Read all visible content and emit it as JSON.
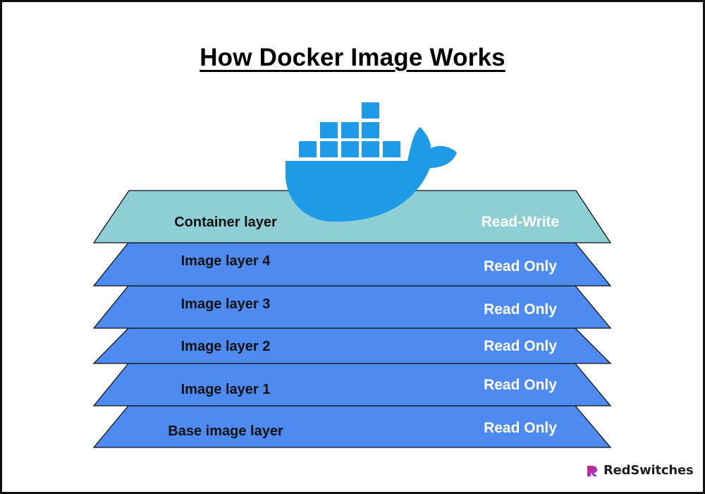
{
  "title": "How Docker Image Works",
  "colors": {
    "container_layer": "#8ecfd6",
    "image_layer": "#4d8bf0",
    "whale": "#1d9be6",
    "label_dark": "#111111",
    "label_light": "#ffffff",
    "outline": "#111111"
  },
  "icon": "docker-whale-icon",
  "layers": [
    {
      "label": "Container layer",
      "mode": "Read-Write"
    },
    {
      "label": "Image layer 4",
      "mode": "Read Only"
    },
    {
      "label": "Image layer 3",
      "mode": "Read Only"
    },
    {
      "label": "Image layer 2",
      "mode": "Read Only"
    },
    {
      "label": "Image layer 1",
      "mode": "Read Only"
    },
    {
      "label": "Base image layer",
      "mode": "Read Only"
    }
  ],
  "brand": {
    "name": "RedSwitches",
    "icon": "redswitches-logo-icon"
  }
}
